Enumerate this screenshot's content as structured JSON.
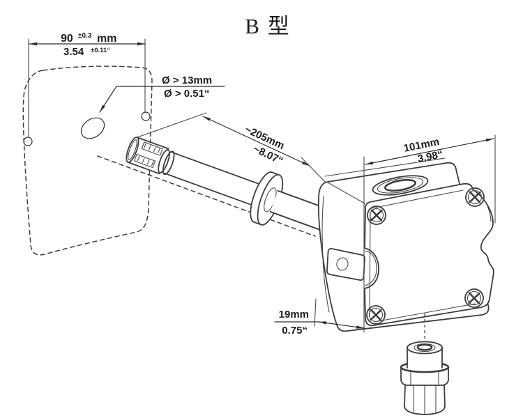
{
  "title": {
    "text": "B 型",
    "color": "#72ba6e"
  },
  "colors": {
    "line": "#3c3c3c",
    "dimension": "#2b2b2b"
  },
  "dimensions": {
    "hole_spacing": {
      "metric_value": "90",
      "metric_tol": "±0.3",
      "metric_unit": "mm",
      "imperial_value": "3.54",
      "imperial_tol": "±0.11“"
    },
    "hole_diameter": {
      "metric": "Ø > 13mm",
      "imperial": "Ø > 0.51“"
    },
    "probe_length": {
      "metric": "~205mm",
      "imperial": "~8.07“"
    },
    "housing_width": {
      "metric": "101mm",
      "imperial": "3.98“"
    },
    "housing_depth": {
      "metric": "19mm",
      "imperial": "0.75“"
    }
  }
}
